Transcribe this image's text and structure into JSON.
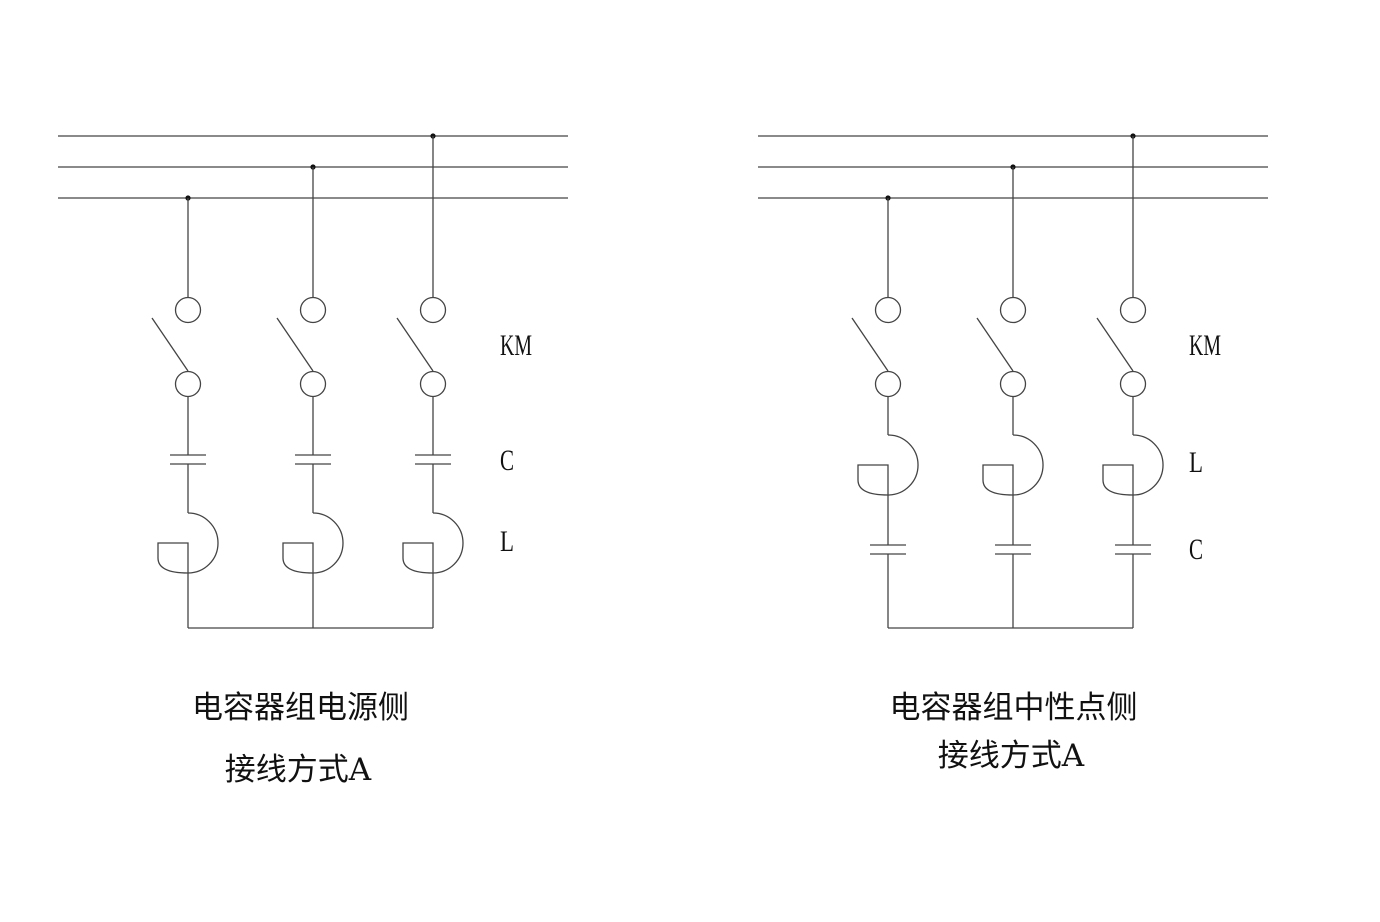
{
  "colors": {
    "line": "#444444",
    "text": "#111111",
    "background": "#ffffff"
  },
  "left_diagram": {
    "labels": {
      "km": "KM",
      "c": "C",
      "l": "L"
    },
    "caption": {
      "line1": "电容器组电源侧",
      "line2": "接线方式A"
    },
    "component_order": [
      "switch",
      "capacitor",
      "inductor"
    ]
  },
  "right_diagram": {
    "labels": {
      "km": "KM",
      "l": "L",
      "c": "C"
    },
    "caption": {
      "line1": "电容器组中性点侧",
      "line2": "接线方式A"
    },
    "component_order": [
      "switch",
      "inductor",
      "capacitor"
    ]
  }
}
